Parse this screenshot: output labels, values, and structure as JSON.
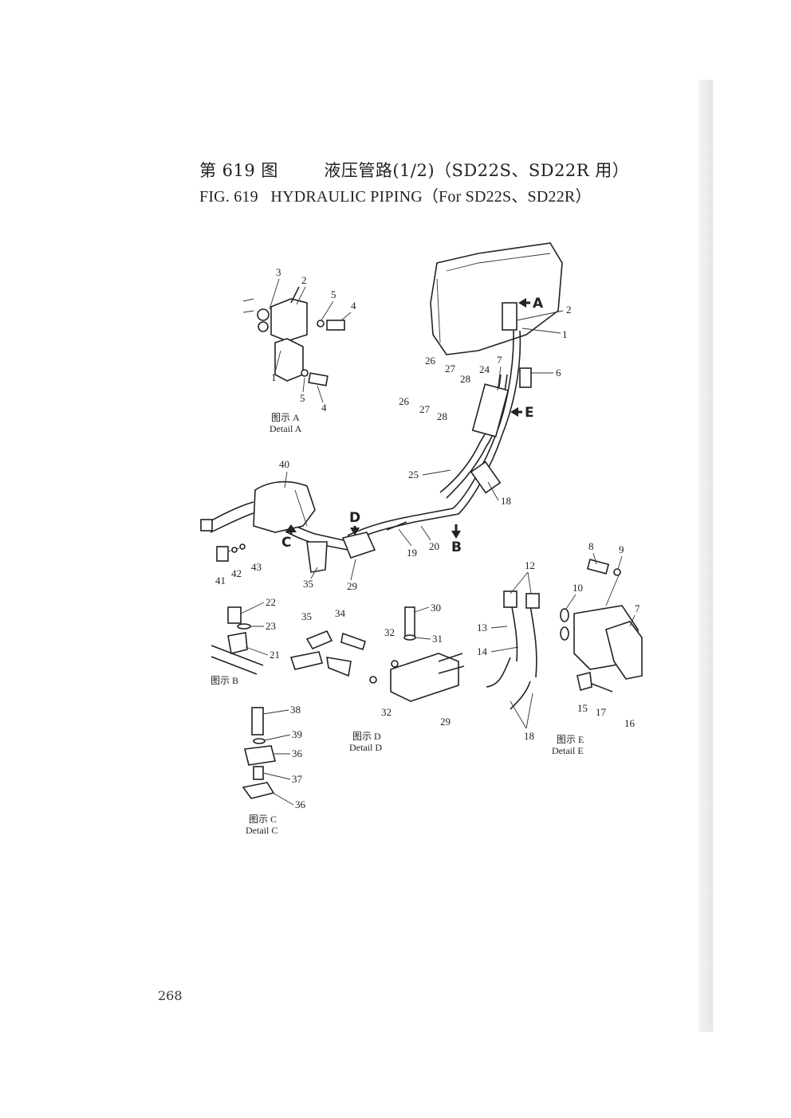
{
  "title": {
    "zh": "第 619 图        液压管路(1/2)（SD22S、SD22R 用）",
    "en": "FIG. 619   HYDRAULIC PIPING（For SD22S、SD22R）"
  },
  "page_number": "268",
  "views": {
    "A": "A",
    "B": "B",
    "C": "C",
    "D": "D",
    "E": "E"
  },
  "details": {
    "a": {
      "zh": "图示 A",
      "en": "Detail A"
    },
    "b": {
      "zh": "图示 B"
    },
    "c": {
      "zh": "图示 C",
      "en": "Detail C"
    },
    "d": {
      "zh": "图示 D",
      "en": "Detail D"
    },
    "e": {
      "zh": "图示 E",
      "en": "Detail E"
    }
  },
  "callouts": {
    "p1": "1",
    "p2": "2",
    "p3": "3",
    "p4": "4",
    "p5": "5",
    "p6": "6",
    "p7": "7",
    "p8": "8",
    "p9": "9",
    "p10": "10",
    "p12": "12",
    "p13": "13",
    "p14": "14",
    "p15": "15",
    "p16": "16",
    "p17": "17",
    "p18": "18",
    "p19": "19",
    "p20": "20",
    "p21": "21",
    "p22": "22",
    "p23": "23",
    "p24": "24",
    "p25": "25",
    "p26": "26",
    "p27": "27",
    "p28": "28",
    "p29": "29",
    "p30": "30",
    "p31": "31",
    "p32": "32",
    "p34": "34",
    "p35": "35",
    "p36": "36",
    "p37": "37",
    "p38": "38",
    "p39": "39",
    "p40": "40",
    "p41": "41",
    "p42": "42",
    "p43": "43"
  }
}
